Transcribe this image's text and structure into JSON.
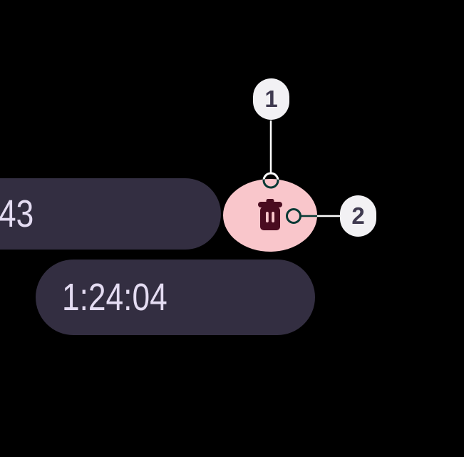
{
  "theme": {
    "background": "#000000",
    "pill_bg": "#332e41",
    "pill_text": "#e4dcf2",
    "delete_button_bg": "#f9c6cb",
    "delete_icon": "#4a0c20",
    "badge_bg": "#f2f1f4",
    "badge_text": "#3f3a50",
    "annotation_color": "#ffffff"
  },
  "stopwatch": {
    "time_partial": "43",
    "time_full": "1:24:04"
  },
  "delete_button": {
    "icon": "trash-icon"
  },
  "callouts": [
    {
      "label": "1"
    },
    {
      "label": "2"
    }
  ]
}
